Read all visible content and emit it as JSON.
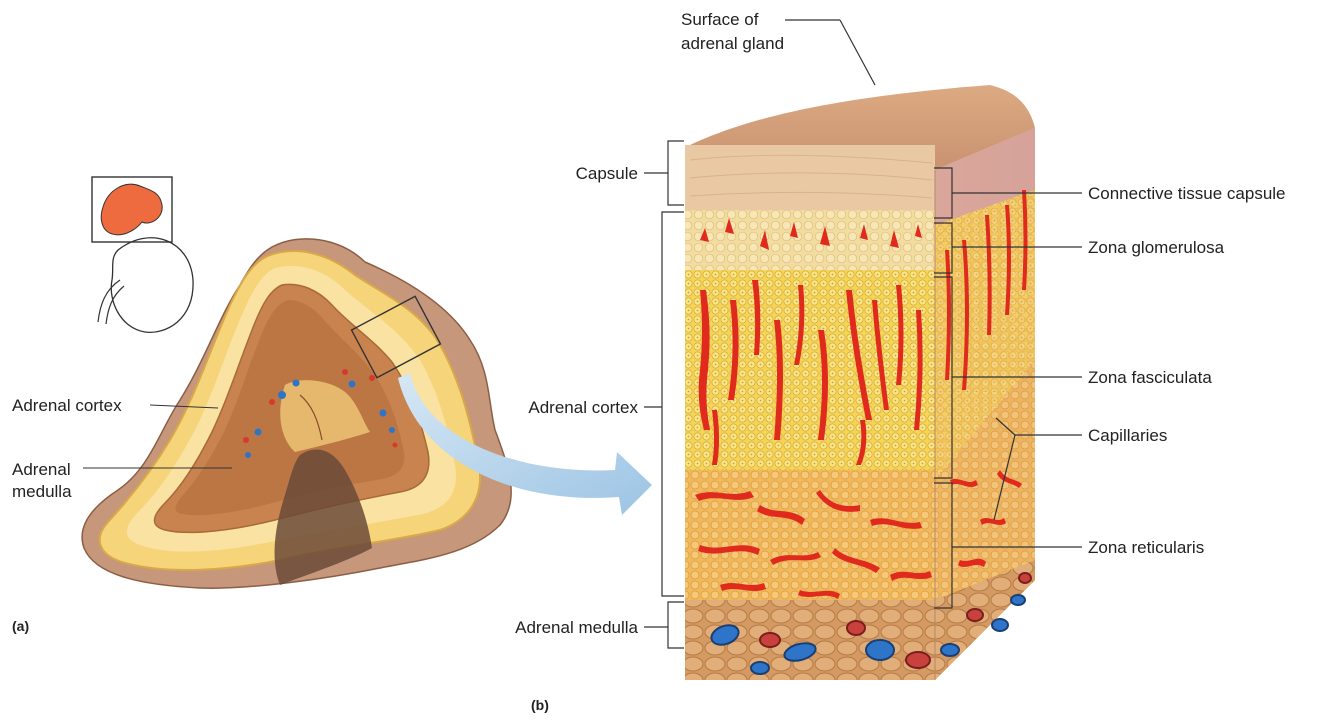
{
  "panel_a": {
    "letter": "(a)",
    "labels": {
      "cortex": "Adrenal cortex",
      "medulla_line1": "Adrenal",
      "medulla_line2": "medulla"
    }
  },
  "panel_b": {
    "letter": "(b)",
    "labels": {
      "surface_line1": "Surface of",
      "surface_line2": "adrenal gland",
      "capsule": "Capsule",
      "cortex": "Adrenal cortex",
      "medulla": "Adrenal medulla",
      "connective_capsule": "Connective tissue capsule",
      "glomerulosa": "Zona glomerulosa",
      "fasciculata": "Zona fasciculata",
      "capillaries": "Capillaries",
      "reticularis": "Zona reticularis"
    }
  },
  "colors": {
    "cortex_yellow": "#f3cf63",
    "medulla_brown": "#b07a4f",
    "capsule_tan": "#e9c9a4",
    "capillary_red": "#e02a1e",
    "vein_blue": "#2e74c9",
    "kidney_orange": "#ee6a3f",
    "arrow_blue": "#a9cde9"
  }
}
